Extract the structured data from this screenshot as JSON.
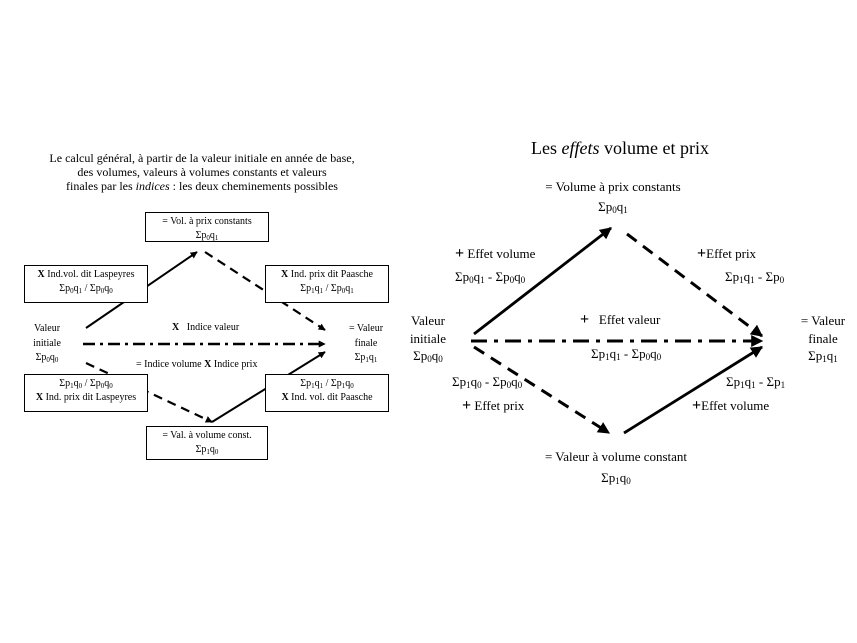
{
  "left": {
    "title_lines": [
      "Le calcul général, à partir de la valeur initiale en année de base,",
      "des volumes, valeurs à volumes constants et valeurs",
      "finales par les"
    ],
    "title_italic": "indices",
    "title_tail": " : les deux cheminements possibles",
    "box_top": {
      "line1": "= Vol. à prix constants",
      "line2": "Σp0q1"
    },
    "box_bottom": {
      "line1": "= Val. à volume const.",
      "line2": "Σp1q0"
    },
    "box_top_left": {
      "line1": "Ind.vol. dit Laspeyres",
      "line2": "Σp0q1 / Σp0q0"
    },
    "box_top_right": {
      "line1": "Ind. prix dit Paasche",
      "line2": "Σp1q1 / Σp0q1"
    },
    "box_bottom_left": {
      "line1": "Σp1q0 / Σp0q0",
      "line2": "Ind. prix dit Laspeyres"
    },
    "box_bottom_right": {
      "line1": "Σp1q1 / Σp1q0",
      "line2": "Ind. vol. dit Paasche"
    },
    "x_mark": "X",
    "initial": [
      "Valeur",
      "initiale",
      "Σp0q0"
    ],
    "final": [
      "= Valeur",
      "finale",
      "Σp1q1"
    ],
    "indice_valeur": "Indice valeur",
    "equation": {
      "prefix": "=  Indice volume",
      "suffix": "Indice prix"
    }
  },
  "right": {
    "title_pre": "Les ",
    "title_italic": "effets",
    "title_post": " volume et prix",
    "top_label": "= Volume à prix constants",
    "top_formula": "Σp0q1",
    "bottom_label": "= Valeur à volume constant",
    "bottom_formula": "Σp1q0",
    "initial": [
      "Valeur",
      "initiale",
      "Σp0q0"
    ],
    "final": [
      "= Valeur",
      "finale",
      "Σp1q1"
    ],
    "plus_sign": "+",
    "effet_volume_top": {
      "label": "Effet volume",
      "formula": "Σp0q1 - Σp0q0"
    },
    "effet_prix_top": {
      "label": "Effet prix",
      "formula": "Σp1q1 - Σp0"
    },
    "effet_valeur": {
      "label": "Effet valeur",
      "formula": "Σp1q1 - Σp0q0"
    },
    "effet_prix_bottom": {
      "label": "Effet prix",
      "formula": "Σp1q0 - Σp0q0"
    },
    "effet_volume_bottom": {
      "label": "Effet volume",
      "formula": "Σp1q1 - Σp1"
    }
  },
  "colors": {
    "ink": "#000000",
    "background": "#ffffff"
  }
}
